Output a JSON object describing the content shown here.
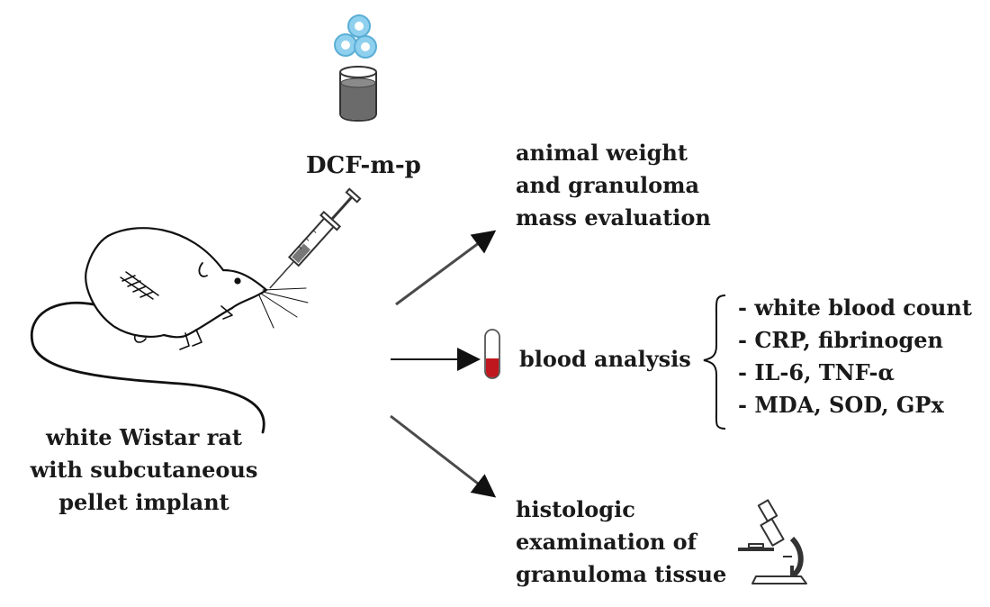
{
  "drug": {
    "label": "DCF-m-p"
  },
  "subject": {
    "lines": [
      "white Wistar rat",
      "with subcutaneous",
      "pellet implant"
    ]
  },
  "outcomes": [
    {
      "lines": [
        "animal weight",
        "and granuloma",
        "mass evaluation"
      ]
    },
    {
      "lines": [
        "blood analysis"
      ]
    },
    {
      "lines": [
        "histologic",
        "examination of",
        "granuloma tissue"
      ]
    }
  ],
  "blood_parameters": [
    "- white blood count",
    "- CRP, fibrinogen",
    "- IL-6, TNF-α",
    "- MDA, SOD, GPx"
  ],
  "icons": [
    "microparticles-icon",
    "vial-icon",
    "syringe-icon",
    "rat-icon",
    "blood-tube-icon",
    "microscope-icon"
  ],
  "colors": {
    "particles": "#8fd0ee",
    "vial_liquid": "#6b6b6b",
    "blood": "#c0161d",
    "arrow": "#4a4a4a"
  }
}
